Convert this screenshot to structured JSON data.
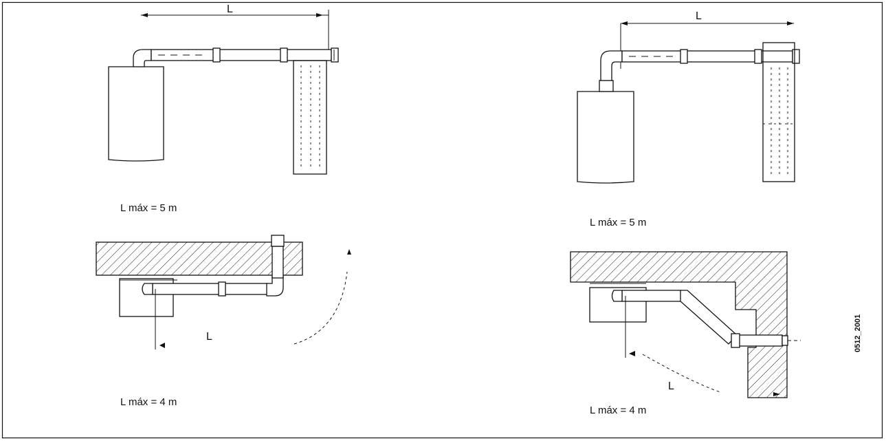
{
  "diagrams": [
    {
      "id": "top-left",
      "dimension_label": "L",
      "caption": "L máx = 5 m"
    },
    {
      "id": "top-right",
      "dimension_label": "L",
      "caption": "L máx = 5 m"
    },
    {
      "id": "bottom-left",
      "dimension_label": "L",
      "caption": "L máx = 4 m"
    },
    {
      "id": "bottom-right",
      "dimension_label": "L",
      "caption": "L máx = 4 m"
    }
  ],
  "figure_code": "0512_2001",
  "colors": {
    "line": "#111111",
    "background": "#ffffff"
  }
}
